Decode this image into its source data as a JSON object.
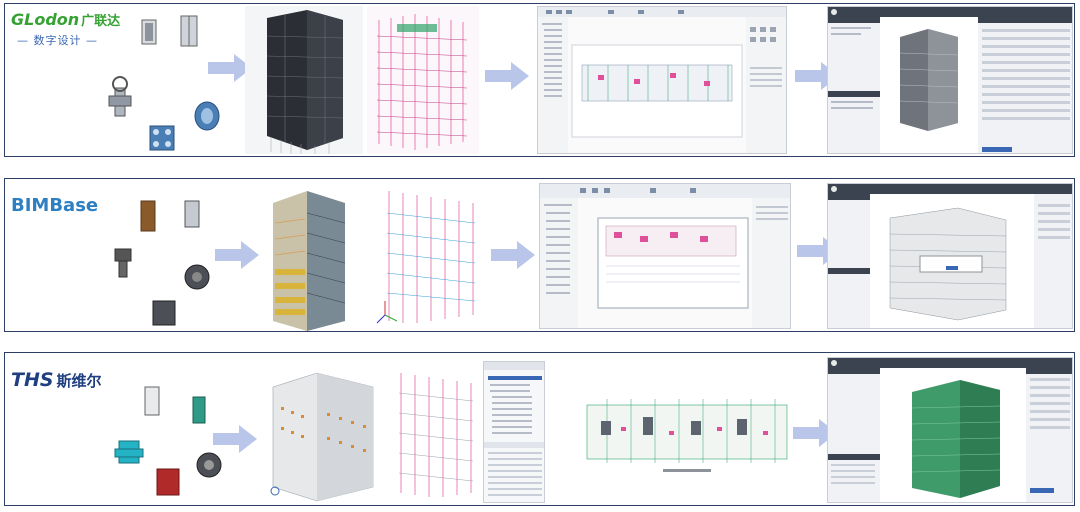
{
  "rows": [
    {
      "id": "glodon",
      "logo_latin": "GLodon",
      "logo_cn": "广联达",
      "logo_sub": "— 数字设计 —",
      "accent": "#36a234"
    },
    {
      "id": "bimbase",
      "logo_latin": "BIMBase",
      "accent": "#2d7fc2"
    },
    {
      "id": "ths",
      "logo_latin": "THS",
      "logo_cn": "斯维尔",
      "accent": "#1f3f80"
    }
  ],
  "colors": {
    "border": "#2e3f66",
    "arrow": "#b9c6ea",
    "structure_pink": "#e0509a",
    "component_blue": "#4a7fb5",
    "tower_dark": "#2b2e34",
    "tower_grey": "#8e9399",
    "tower_green": "#3f9c6a",
    "tower_yellow": "#d9b43a",
    "tower_white": "#e6e8ea"
  }
}
